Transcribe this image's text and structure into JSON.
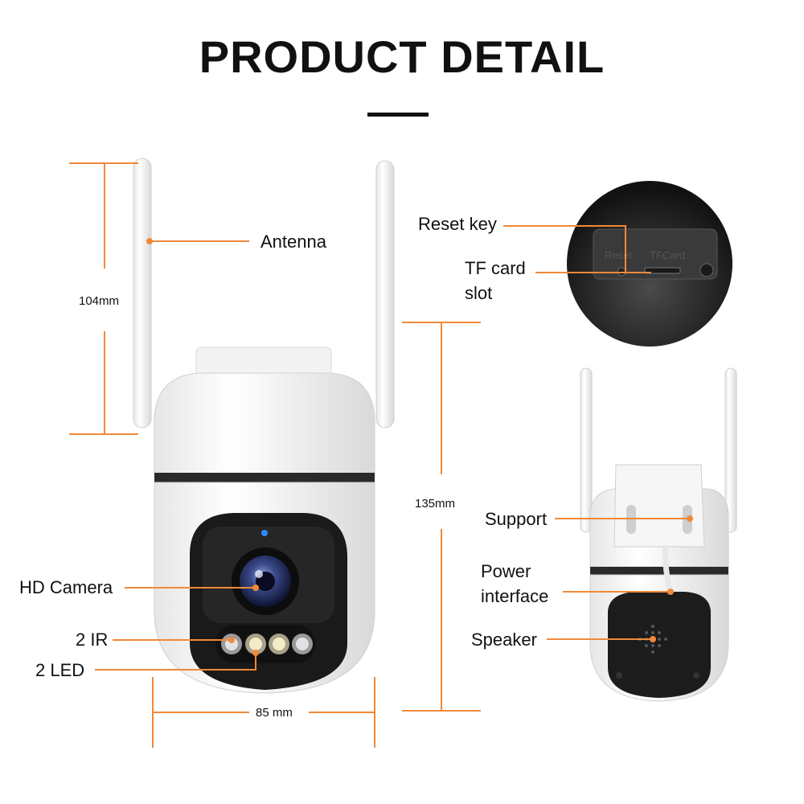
{
  "header": {
    "title": "PRODUCT DETAIL"
  },
  "labels": {
    "antenna": "Antenna",
    "reset_key": "Reset key",
    "tf_card_1": "TF card",
    "tf_card_2": "slot",
    "hd_camera": "HD Camera",
    "ir": "2 IR",
    "led": "2 LED",
    "support": "Support",
    "power_1": "Power",
    "power_2": "interface",
    "speaker": "Speaker"
  },
  "dimensions": {
    "antenna_height": "104mm",
    "body_height": "135mm",
    "width": "85 mm"
  },
  "closeup_text": {
    "reset": "Reset",
    "tfcard": "TFCard"
  },
  "colors": {
    "accent": "#f0893a",
    "text": "#111111",
    "camera_black": "#1a1a1a"
  }
}
